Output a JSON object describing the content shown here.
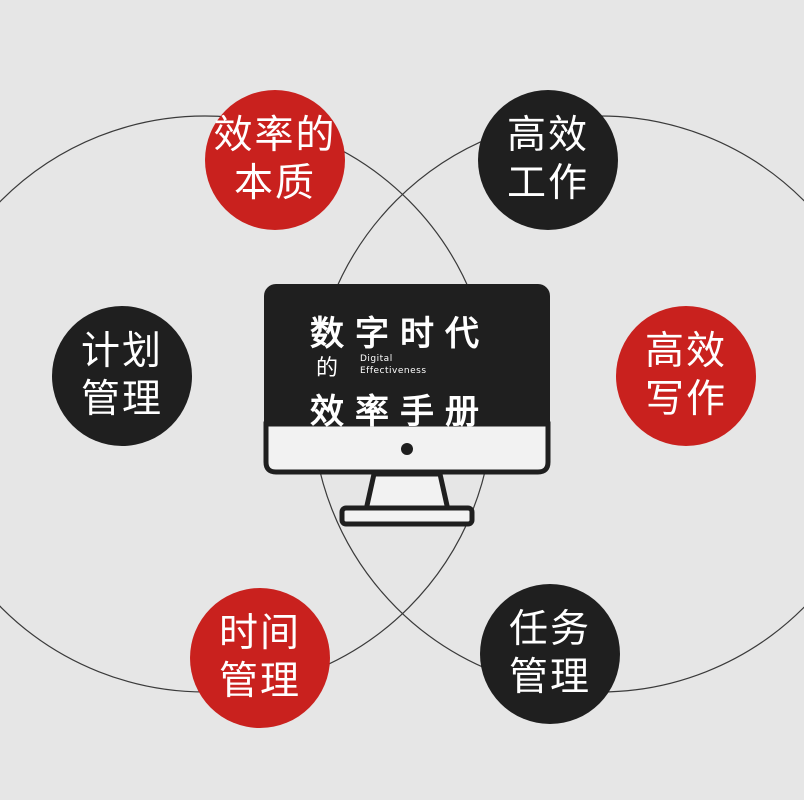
{
  "colors": {
    "background": "#e6e6e6",
    "red": "#c9211e",
    "black": "#1f1f1f",
    "line": "#3a3a3a"
  },
  "nodes": [
    {
      "id": "efficiency-essence",
      "lines": [
        "效率的",
        "本质"
      ],
      "color": "red"
    },
    {
      "id": "efficient-work",
      "lines": [
        "高效",
        "工作"
      ],
      "color": "black"
    },
    {
      "id": "plan-management",
      "lines": [
        "计划",
        "管理"
      ],
      "color": "black"
    },
    {
      "id": "efficient-writing",
      "lines": [
        "高效",
        "写作"
      ],
      "color": "red"
    },
    {
      "id": "time-management",
      "lines": [
        "时间",
        "管理"
      ],
      "color": "red"
    },
    {
      "id": "task-management",
      "lines": [
        "任务",
        "管理"
      ],
      "color": "black"
    }
  ],
  "monitor": {
    "title_line1": "数字时代",
    "connector": "的",
    "subtitle_line1": "Digital",
    "subtitle_line2": "Effectiveness",
    "title_line2": "效率手册"
  },
  "icons": {
    "monitor": "computer-monitor-icon"
  }
}
